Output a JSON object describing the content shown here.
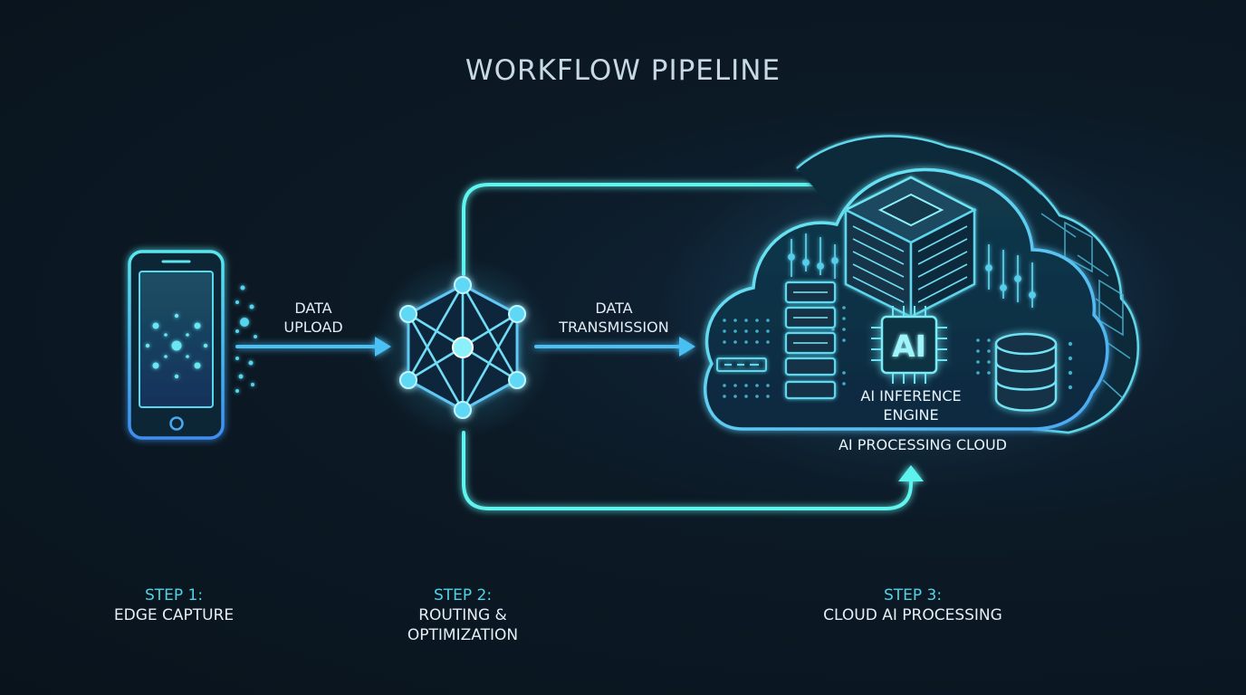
{
  "title": "WORKFLOW PIPELINE",
  "edges": {
    "upload": [
      "DATA",
      "UPLOAD"
    ],
    "transmission": [
      "DATA",
      "TRANSMISSION"
    ]
  },
  "cloud": {
    "chip_label": "AI",
    "engine_label": [
      "AI INFERENCE",
      "ENGINE"
    ],
    "cloud_label": "AI PROCESSING CLOUD"
  },
  "steps": [
    {
      "number": "STEP 1:",
      "desc": [
        "EDGE CAPTURE"
      ]
    },
    {
      "number": "STEP 2:",
      "desc": [
        "ROUTING &",
        "OPTIMIZATION"
      ]
    },
    {
      "number": "STEP 3:",
      "desc": [
        "CLOUD AI PROCESSING"
      ]
    }
  ],
  "colors": {
    "background": "#0b1620",
    "glow_cyan": "#5ff4ee",
    "glow_blue": "#4cb8f5",
    "step_accent": "#4fd6e6",
    "text": "#e6eef4"
  },
  "icons": {
    "device": "smartphone-icon",
    "router": "network-hub-icon",
    "cloud": "cloud-icon",
    "chip": "ai-chip-icon",
    "server": "server-rack-icon",
    "database": "database-icon"
  }
}
